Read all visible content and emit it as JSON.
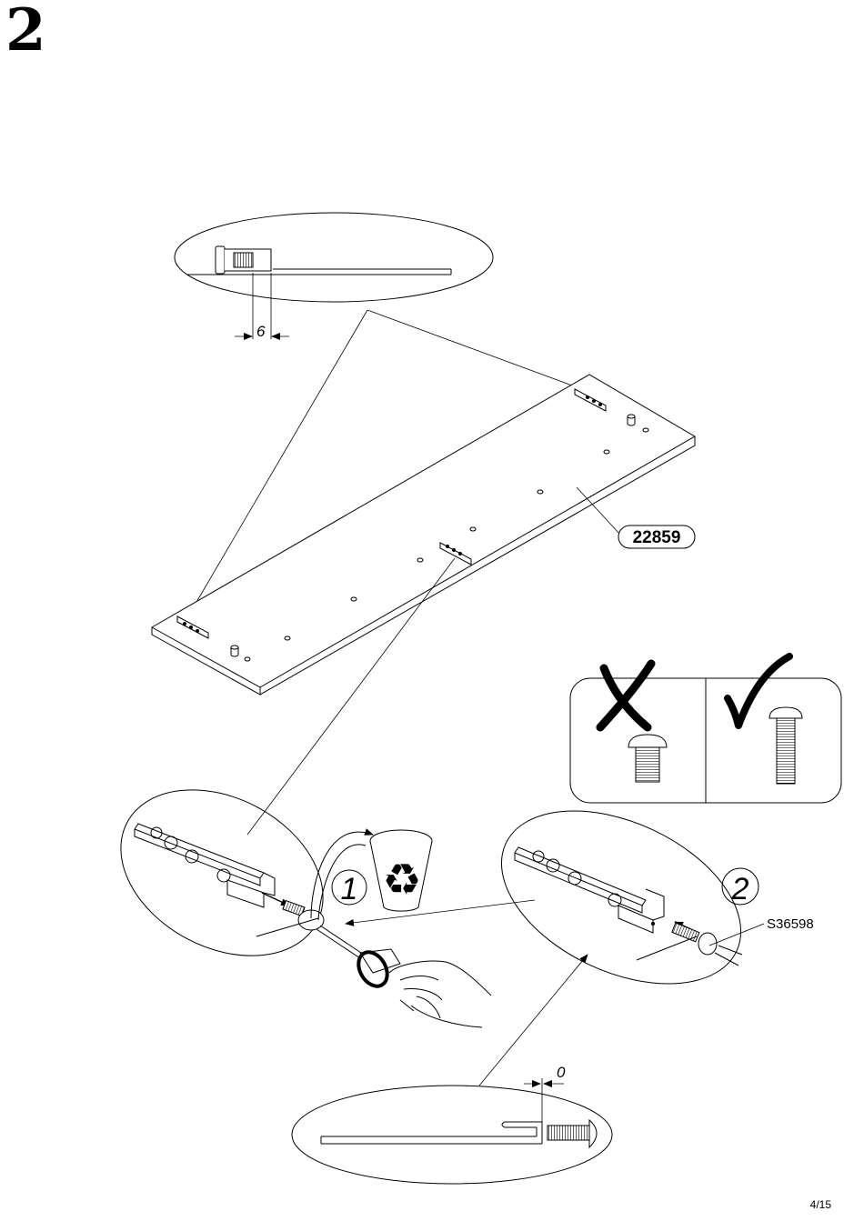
{
  "step": {
    "number": "2"
  },
  "page": {
    "number": "4/15"
  },
  "callouts": {
    "panel_code": "22859",
    "screw_code": "S36598",
    "dim_top": "6",
    "dim_bottom": "0",
    "substep_1": "1",
    "substep_2": "2"
  },
  "icons": {
    "wrong": "cross-mark-icon",
    "right": "check-mark-icon",
    "recycle": "recycle-bin-icon"
  }
}
